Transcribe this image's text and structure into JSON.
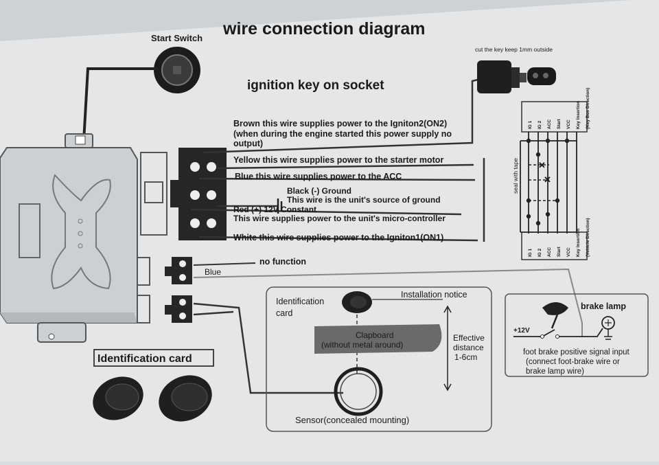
{
  "title": "wire connection diagram",
  "start_switch_label": "Start Switch",
  "socket_heading": "ignition key on socket",
  "key_note": "cut the key keep 1mm outside",
  "wires": {
    "brown": [
      "Brown  this wire supplies power to the Igniton2(ON2)",
      "(when during the engine started this power supply no",
      "output)"
    ],
    "yellow": "Yellow  this wire supplies power to the starter motor",
    "blue": "Blue  this wire supplies power to the ACC",
    "black": [
      "Black (-) Ground",
      "This wire is the unit's source of ground"
    ],
    "red": [
      "Red (+) 12V Constant",
      "This wire supplies power to the unit's micro-controller"
    ],
    "white": "White  this wire supplies power to the Igniton1(ON1)"
  },
  "no_function": "no function",
  "blue_wire": "Blue",
  "seal_with_tape": "seal with tape",
  "switch_pins_top": [
    "IG 1",
    "IG 2",
    "ACC",
    "Start",
    "VCC",
    "Key Insertion"
  ],
  "key_box_direction": "(Key Box Direction)",
  "switch_pins_bottom": [
    "IG 1",
    "IG 2",
    "ACC",
    "Start",
    "VCC",
    "Key Insertion"
  ],
  "vehicle_direction": "(Vehicle Direction)",
  "sensor_panel": {
    "id_card": [
      "Identification",
      "card"
    ],
    "installation_notice": "Installation notice",
    "clapboard": [
      "Clapboard",
      "(without metal around)"
    ],
    "effective_distance": [
      "Effective",
      "distance",
      "1-6cm"
    ],
    "sensor": "Sensor(concealed mounting)"
  },
  "brake_panel": {
    "brake_lamp": "brake lamp",
    "plus12v": "+12V",
    "notes": [
      "foot brake positive signal input",
      "(connect foot-brake wire or",
      "brake lamp wire)"
    ]
  },
  "id_card_label": "Identification card",
  "colors": {
    "paper": "#e6e8ea",
    "ink": "#1a1a1a",
    "clapboard": "#6a6a6a",
    "module": "#cdd0d3"
  }
}
